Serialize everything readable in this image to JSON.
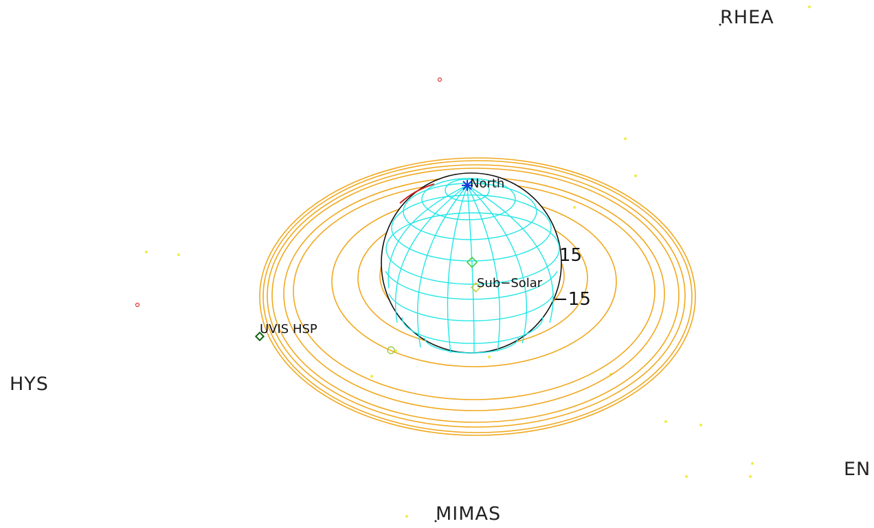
{
  "colors": {
    "background": "#ffffff",
    "rings": "#f0a81e",
    "grid": "#22e6e6",
    "limb": "#111111",
    "limb_red": "#cc2222",
    "north_marker": "#1a3ad8",
    "subsolar_marker": "#cccc33",
    "subspacecraft_marker": "#44cc44",
    "star": "#eeee44",
    "star_red": "#e03030",
    "instrument_marker": "#116611"
  },
  "moons": {
    "rhea": "RHEA",
    "hys": "HYS",
    "mimas": "MIMAS",
    "en": "EN"
  },
  "labels": {
    "north": "North",
    "sub_solar": "Sub−Solar",
    "instrument": "UVIS HSP",
    "tick_upper": "15",
    "tick_lower": "−15"
  },
  "marker_icons": {
    "north": "asterisk-icon",
    "sub_solar": "diamond-icon",
    "sub_spacecraft": "diamond-icon",
    "instrument": "diamond-icon"
  }
}
